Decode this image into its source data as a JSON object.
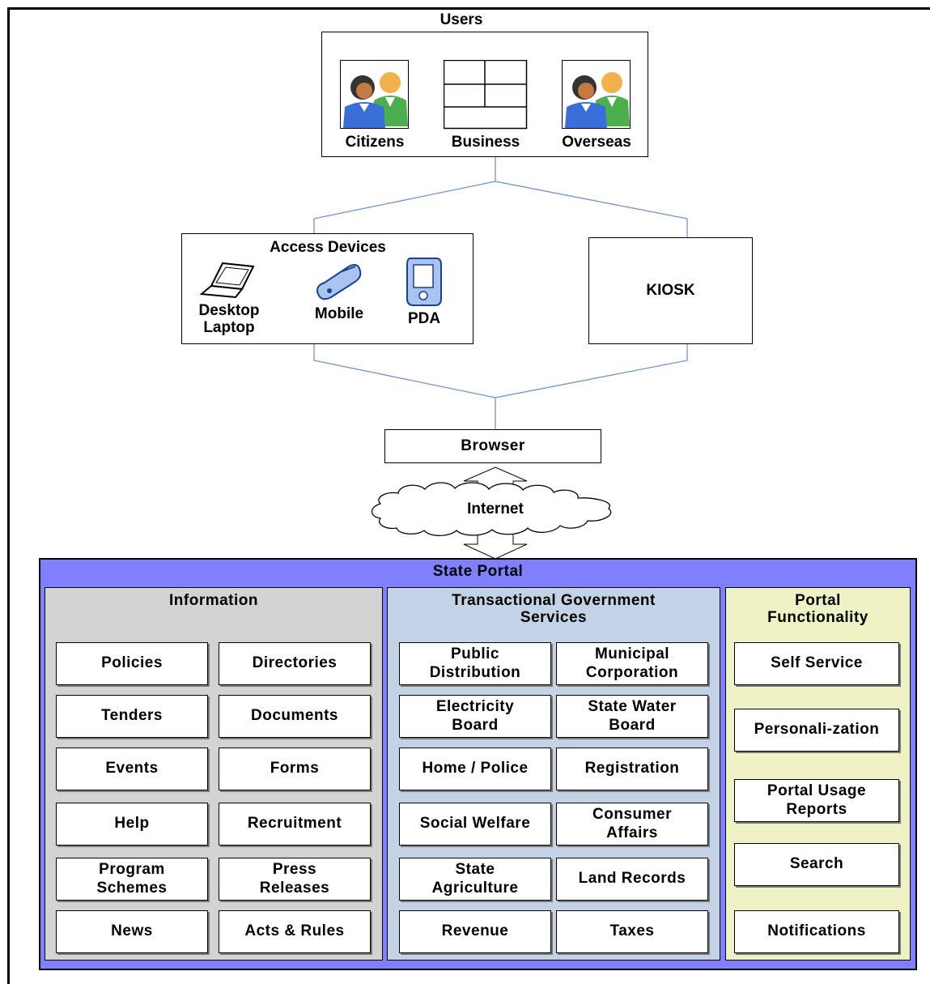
{
  "users": {
    "title": "Users",
    "citizens": "Citizens",
    "business": "Business",
    "overseas": "Overseas"
  },
  "access": {
    "title": "Access Devices",
    "desktop": "Desktop\nLaptop",
    "mobile": "Mobile",
    "pda": "PDA"
  },
  "kiosk": "KIOSK",
  "browser": "Browser",
  "internet": "Internet",
  "portal": {
    "title": "State Portal",
    "information": {
      "title": "Information",
      "items": [
        "Policies",
        "Directories",
        "Tenders",
        "Documents",
        "Events",
        "Forms",
        "Help",
        "Recruitment",
        "Program\nSchemes",
        "Press\nReleases",
        "News",
        "Acts & Rules"
      ]
    },
    "transactional": {
      "title": "Transactional Government\nServices",
      "items": [
        "Public\nDistribution",
        "Municipal\nCorporation",
        "Electricity\nBoard",
        "State Water\nBoard",
        "Home / Police",
        "Registration",
        "Social Welfare",
        "Consumer\nAffairs",
        "State\nAgriculture",
        "Land Records",
        "Revenue",
        "Taxes"
      ]
    },
    "functionality": {
      "title": "Portal\nFunctionality",
      "items": [
        "Self Service",
        "Personali-zation",
        "Portal Usage\nReports",
        "Search",
        "Notifications"
      ]
    }
  },
  "colors": {
    "portal_bg": "#8080ff",
    "information_bg": "#d3d3d3",
    "transactional_bg": "#c4d2e6",
    "functionality_bg": "#eef2c4",
    "connector": "#6f95c8"
  }
}
